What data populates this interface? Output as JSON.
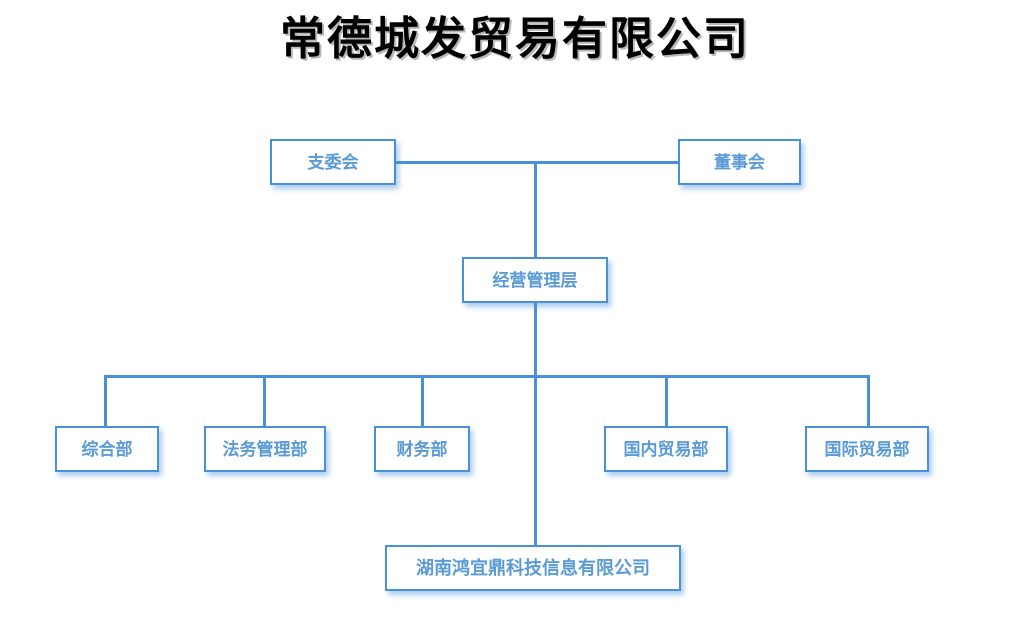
{
  "title": "常德城发贸易有限公司",
  "colors": {
    "line": "#4a90d9",
    "box_border": "#4a90d9",
    "box_text": "#5b9bd5",
    "title_text": "#000000",
    "background": "#ffffff"
  },
  "nodes": {
    "party_committee": "支委会",
    "board_of_directors": "董事会",
    "management": "经营管理层",
    "general_affairs": "综合部",
    "legal_affairs": "法务管理部",
    "finance": "财务部",
    "domestic_trade": "国内贸易部",
    "international_trade": "国际贸易部",
    "subsidiary": "湖南鸿宜鼎科技信息有限公司"
  },
  "chart_data": {
    "type": "diagram",
    "subtype": "org-chart",
    "title": "常德城发贸易有限公司",
    "levels": [
      {
        "level": 1,
        "nodes": [
          "支委会",
          "董事会"
        ]
      },
      {
        "level": 2,
        "nodes": [
          "经营管理层"
        ]
      },
      {
        "level": 3,
        "nodes": [
          "综合部",
          "法务管理部",
          "财务部",
          "国内贸易部",
          "国际贸易部"
        ]
      },
      {
        "level": 4,
        "nodes": [
          "湖南鸿宜鼎科技信息有限公司"
        ]
      }
    ],
    "edges": [
      {
        "from": "支委会",
        "to": "董事会"
      },
      {
        "from": "董事会",
        "to": "经营管理层"
      },
      {
        "from": "经营管理层",
        "to": "综合部"
      },
      {
        "from": "经营管理层",
        "to": "法务管理部"
      },
      {
        "from": "经营管理层",
        "to": "财务部"
      },
      {
        "from": "经营管理层",
        "to": "国内贸易部"
      },
      {
        "from": "经营管理层",
        "to": "国际贸易部"
      },
      {
        "from": "经营管理层",
        "to": "湖南鸿宜鼎科技信息有限公司"
      }
    ]
  }
}
